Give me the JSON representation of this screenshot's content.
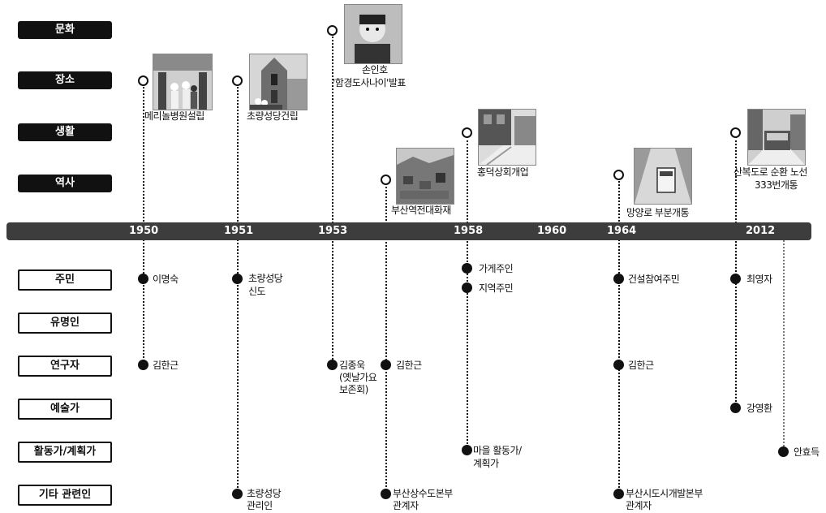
{
  "categories_top": [
    "문화",
    "장소",
    "생활",
    "역사"
  ],
  "categories_bottom": [
    "주민",
    "유명인",
    "연구자",
    "예술가",
    "활동가/계획가",
    "기타 관련인"
  ],
  "years": [
    "1950",
    "1951",
    "1953",
    "1958",
    "1960",
    "1964",
    "2012"
  ],
  "events": {
    "e1950": "메리놀병원설립",
    "e1951": "초량성당건립",
    "e1953_l1": "손인호",
    "e1953_l2": "'함경도사나이'발표",
    "e_busan": "부산역전대화재",
    "e1958": "홍덕상회개업",
    "e1964": "망양로 부분개통",
    "e2012_l1": "산복도로 순환 노선",
    "e2012_l2": "333번개통"
  },
  "people": {
    "p1950_res": "이명숙",
    "p1950_rsch": "김한근",
    "p1951_res_l1": "초량성당",
    "p1951_res_l2": "신도",
    "p1951_oth_l1": "초량성당",
    "p1951_oth_l2": "관리인",
    "p1953_rsch_l1": "김종욱",
    "p1953_rsch_l2": "(옛날가요",
    "p1953_rsch_l3": "보존회)",
    "pb_rsch": "김한근",
    "pb_oth_l1": "부산상수도본부",
    "pb_oth_l2": "관계자",
    "p1958_res1": "가게주인",
    "p1958_res2": "지역주민",
    "p1958_act_l1": "마을 활동가/",
    "p1958_act_l2": "계획가",
    "p1964_res": "건설참여주민",
    "p1964_rsch": "김한근",
    "p1964_oth_l1": "부산시도시개발본부",
    "p1964_oth_l2": "관계자",
    "p2012_res": "최영자",
    "p2012_art": "강영환",
    "p2012_act": "안효득"
  },
  "colors": {
    "label_bg": "#111111",
    "bar": "#3d3d3d",
    "dot": "#111111"
  }
}
